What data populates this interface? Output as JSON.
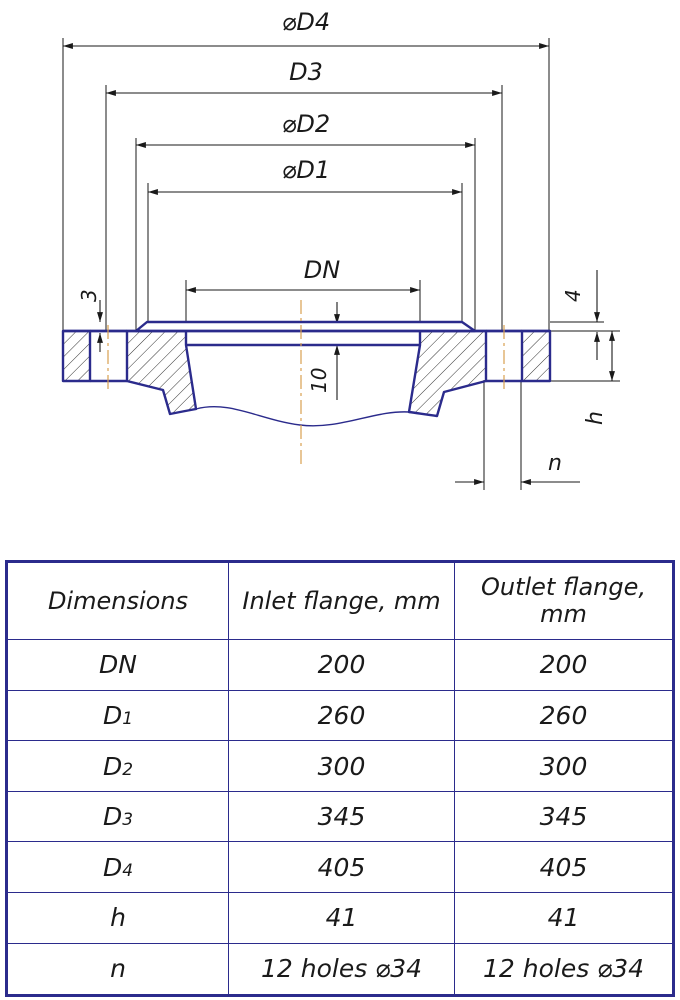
{
  "drawing": {
    "labels": {
      "d4": "⌀D4",
      "d3": "D3",
      "d2": "⌀D2",
      "d1": "⌀D1",
      "dn": "DN",
      "three": "3",
      "four": "4",
      "ten": "10",
      "h": "h",
      "n": "n"
    }
  },
  "table": {
    "headers": [
      "Dimensions",
      "Inlet flange, mm",
      "Outlet flange, mm"
    ],
    "rows": [
      {
        "dim_main": "DN",
        "dim_sub": "",
        "inlet": "200",
        "outlet": "200"
      },
      {
        "dim_main": "D",
        "dim_sub": "1",
        "inlet": "260",
        "outlet": "260"
      },
      {
        "dim_main": "D",
        "dim_sub": "2",
        "inlet": "300",
        "outlet": "300"
      },
      {
        "dim_main": "D",
        "dim_sub": "3",
        "inlet": "345",
        "outlet": "345"
      },
      {
        "dim_main": "D",
        "dim_sub": "4",
        "inlet": "405",
        "outlet": "405"
      },
      {
        "dim_main": "h",
        "dim_sub": "",
        "inlet": "41",
        "outlet": "41"
      },
      {
        "dim_main": "n",
        "dim_sub": "",
        "inlet": "12 holes ⌀34",
        "outlet": "12 holes ⌀34"
      }
    ]
  },
  "colors": {
    "outline": "#2b2b8c",
    "centerline": "#d9a050",
    "dimension": "#1a1a1a"
  }
}
